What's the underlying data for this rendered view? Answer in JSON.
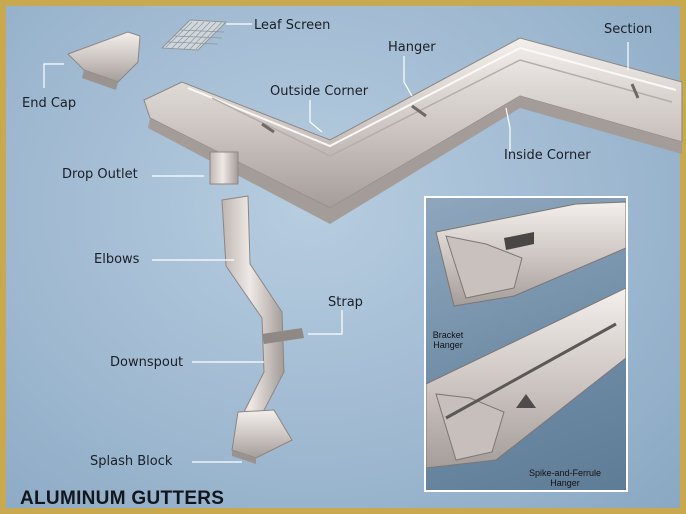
{
  "title": "ALUMINUM GUTTERS",
  "labels": {
    "leaf_screen": "Leaf Screen",
    "section": "Section",
    "hanger": "Hanger",
    "end_cap": "End Cap",
    "outside_corner": "Outside Corner",
    "inside_corner": "Inside Corner",
    "drop_outlet": "Drop Outlet",
    "elbows": "Elbows",
    "strap": "Strap",
    "downspout": "Downspout",
    "splash_block": "Splash Block"
  },
  "inset": {
    "bracket_hanger_line1": "Bracket",
    "bracket_hanger_line2": "Hanger",
    "spike_ferrule_line1": "Spike-and-Ferrule",
    "spike_ferrule_line2": "Hanger"
  },
  "colors": {
    "frame": "#c9a94f",
    "background": "#a9c2d8",
    "inset_border": "#ffffff",
    "metal": "#d9d3cf"
  }
}
